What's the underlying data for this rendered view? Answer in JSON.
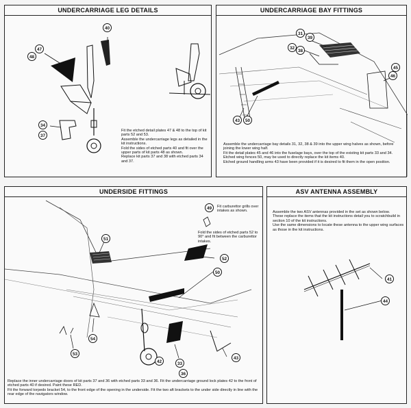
{
  "panels": {
    "leg": {
      "title": "UNDERCARRIAGE LEG DETAILS",
      "text": "Fit the etched detail plates 47 & 48 to the top of kit parts 52 and 53.\nAssemble the undercarriage legs as detailed in the kit instructions.\nFold the sides of etched parts 40 and fit over the upper parts of kit parts 48 as shown.\nReplace kit parts 37 and 38 with etched parts 34 and 37.",
      "callouts": [
        "40",
        "47",
        "48",
        "34",
        "37"
      ]
    },
    "bay": {
      "title": "UNDERCARRIAGE BAY FITTINGS",
      "text": "Assemble the undercarriage bay details 31, 32, 38 & 39 into the upper wing halves as shown, before joining the lower wing half.\nFit the detail plates 45 and 46 into the fuselage bays, over the top of the existing kit parts 33 and 34.\nEtched wing fences 50, may be used to directly replace the kit items 40.\nEtched ground handling arms 43 have been provided if it is desired to fit them in the open position.",
      "callouts": [
        "31",
        "39",
        "32",
        "38",
        "45",
        "46",
        "43",
        "50"
      ]
    },
    "underside": {
      "title": "UNDERSIDE FITTINGS",
      "note_top": "Fit carburettor grills over intakes as shown.",
      "note_mid": "Fold the sides of etched parts 52 to 90° and fit between the carburettor intakes.",
      "text_bottom": "Replace the inner undercarriage doors of kit parts 37 and 36 with etched parts 33 and 36.   Fit the undercarriage ground lock plates 42 to the front of etched parts 40 if desired. Paint these RED.\nFit the forward torpedo bracket 54, to the front edge of the opening in the underside.   Fit the two aft brackets to the under side directly in line with the rear edge of the navigators window.",
      "callouts": [
        "49",
        "51",
        "52",
        "50",
        "53",
        "54",
        "42",
        "33",
        "36",
        "43"
      ]
    },
    "antenna": {
      "title": "ASV ANTENNA ASSEMBLY",
      "text": "Assemble the two ASV antennas provided in the set as shown below.\nThese replace the items that the kit instructions detail you to scratchbuild in section 10 of the kit instructions.\nUse the same dimensions to locate these antenna to the upper wing surfaces as those in the kit instructions.",
      "callouts": [
        "41",
        "44"
      ]
    }
  },
  "colors": {
    "ink": "#111111",
    "paper": "#fafafa",
    "etch": "#1a1a1a"
  }
}
